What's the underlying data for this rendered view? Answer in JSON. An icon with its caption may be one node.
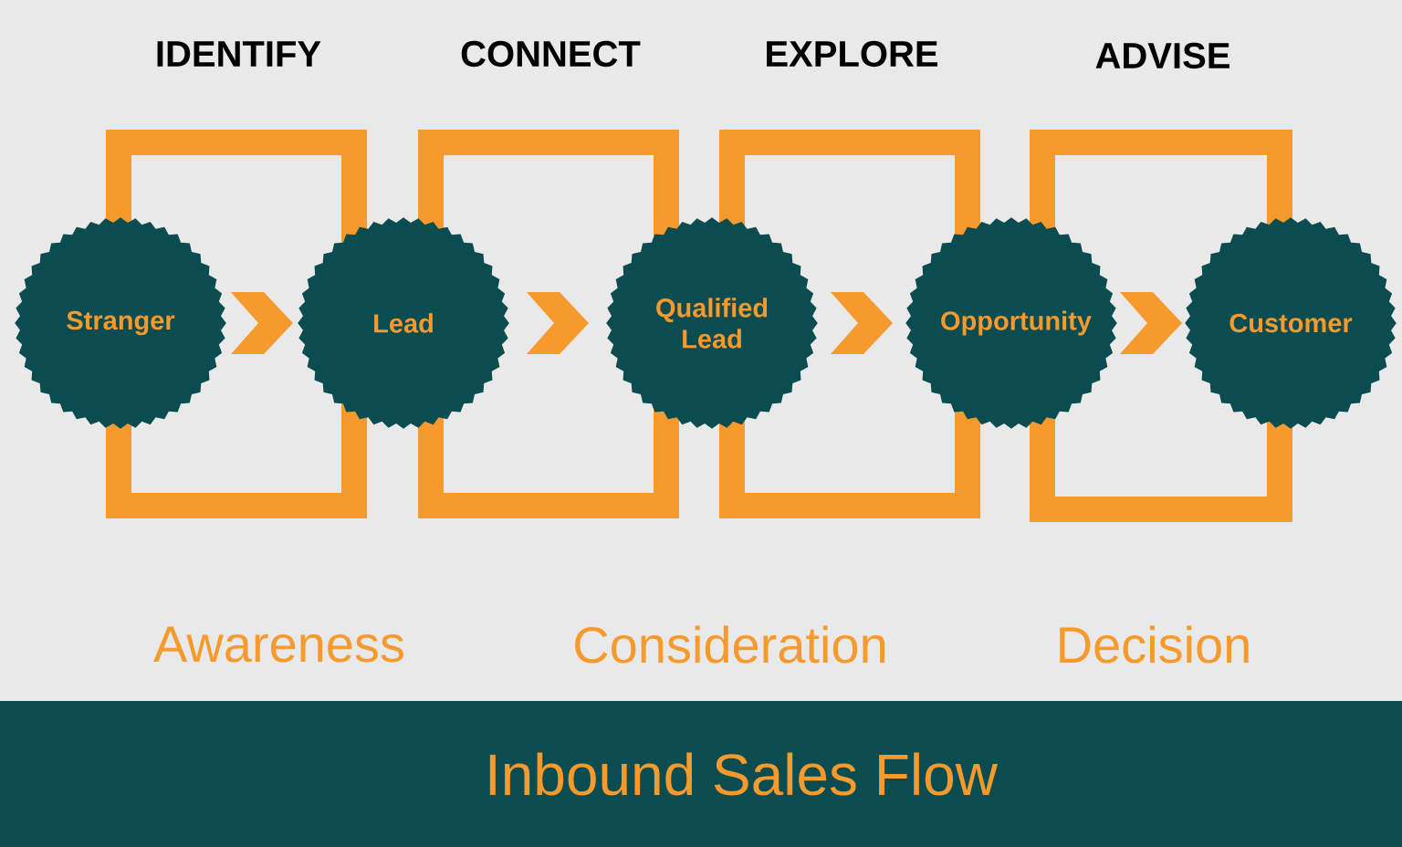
{
  "diagram": {
    "title": "Inbound Sales Flow",
    "nodes": [
      {
        "text": [
          "IDENTIFY"
        ]
      },
      {
        "text": [
          "CONNECT"
        ]
      },
      {
        "text": [
          "EXPLORE"
        ]
      },
      {
        "text": [
          "ADVISE"
        ]
      },
      {
        "text": [
          "Stranger"
        ]
      },
      {
        "text": [
          "Lead"
        ]
      },
      {
        "text": [
          "Qualified Lead"
        ]
      },
      {
        "text": [
          "Opportunity"
        ]
      },
      {
        "text": [
          "Customer"
        ]
      }
    ],
    "edges": [
      {
        "from": 4,
        "to": 5,
        "arrow": "to"
      },
      {
        "from": 5,
        "to": 6,
        "arrow": "to"
      },
      {
        "from": 6,
        "to": 7,
        "arrow": "to"
      },
      {
        "from": 7,
        "to": 8,
        "arrow": "to"
      }
    ],
    "labels": [
      "Awareness",
      "Consideration",
      "Decision"
    ]
  }
}
